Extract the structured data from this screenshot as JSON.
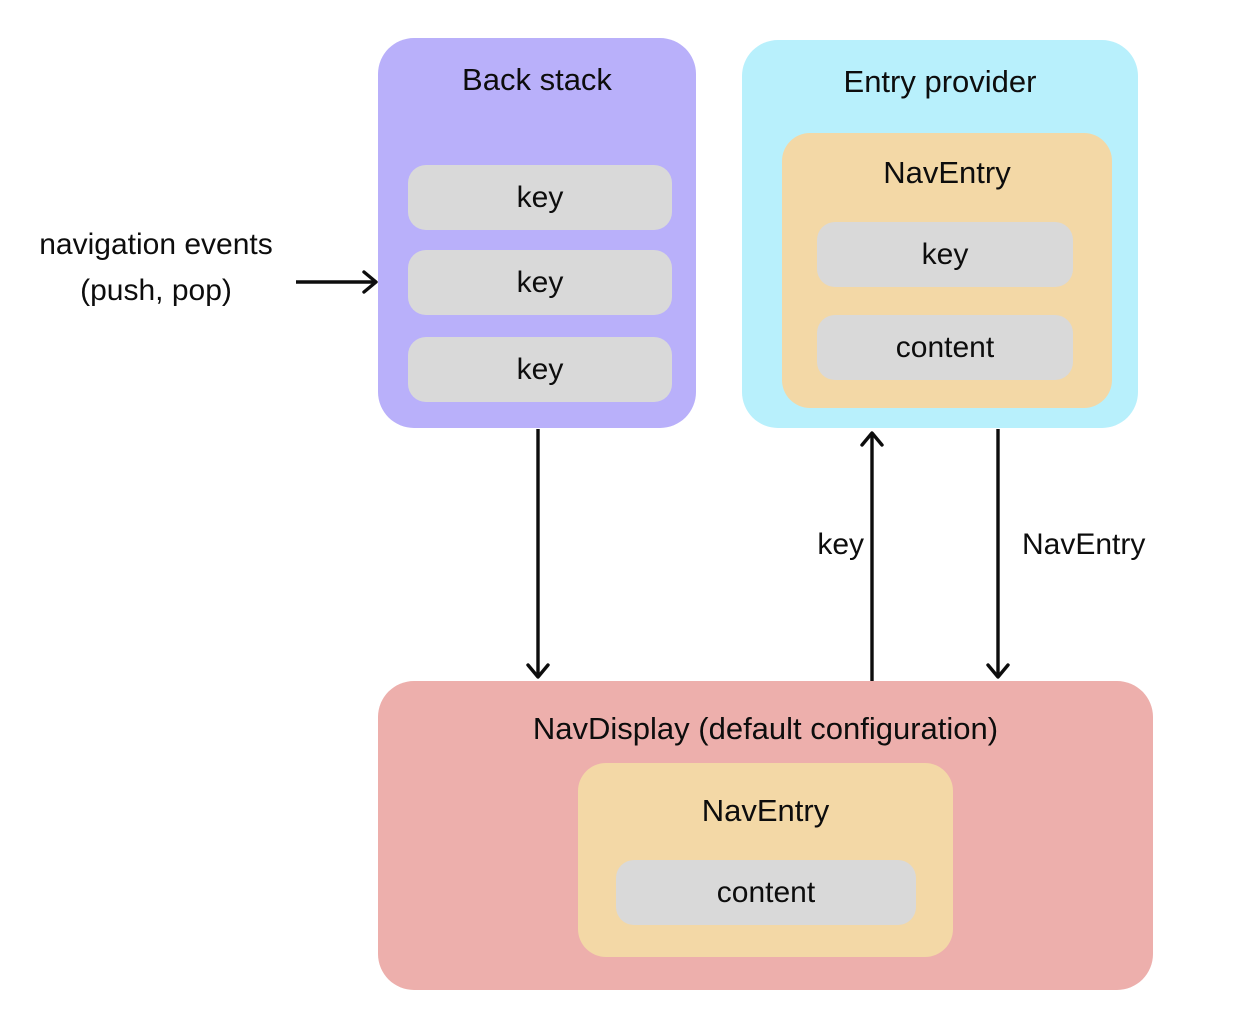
{
  "colors": {
    "back_stack_bg": "#b9b0fa",
    "entry_provider_bg": "#b8f0fc",
    "nav_entry_bg": "#f3d8a6",
    "nav_display_bg": "#edafac",
    "pill_bg": "#d9d9d9",
    "arrow_stroke": "#0d0d0d"
  },
  "back_stack": {
    "title": "Back stack",
    "keys": [
      "key",
      "key",
      "key"
    ]
  },
  "entry_provider": {
    "title": "Entry provider",
    "nav_entry": {
      "title": "NavEntry",
      "key_label": "key",
      "content_label": "content"
    }
  },
  "nav_display": {
    "title": "NavDisplay (default configuration)",
    "nav_entry": {
      "title": "NavEntry",
      "content_label": "content"
    }
  },
  "annotations": {
    "nav_events_line1": "navigation events",
    "nav_events_line2": "(push, pop)",
    "key_arrow_label": "key",
    "nav_entry_arrow_label": "NavEntry"
  }
}
